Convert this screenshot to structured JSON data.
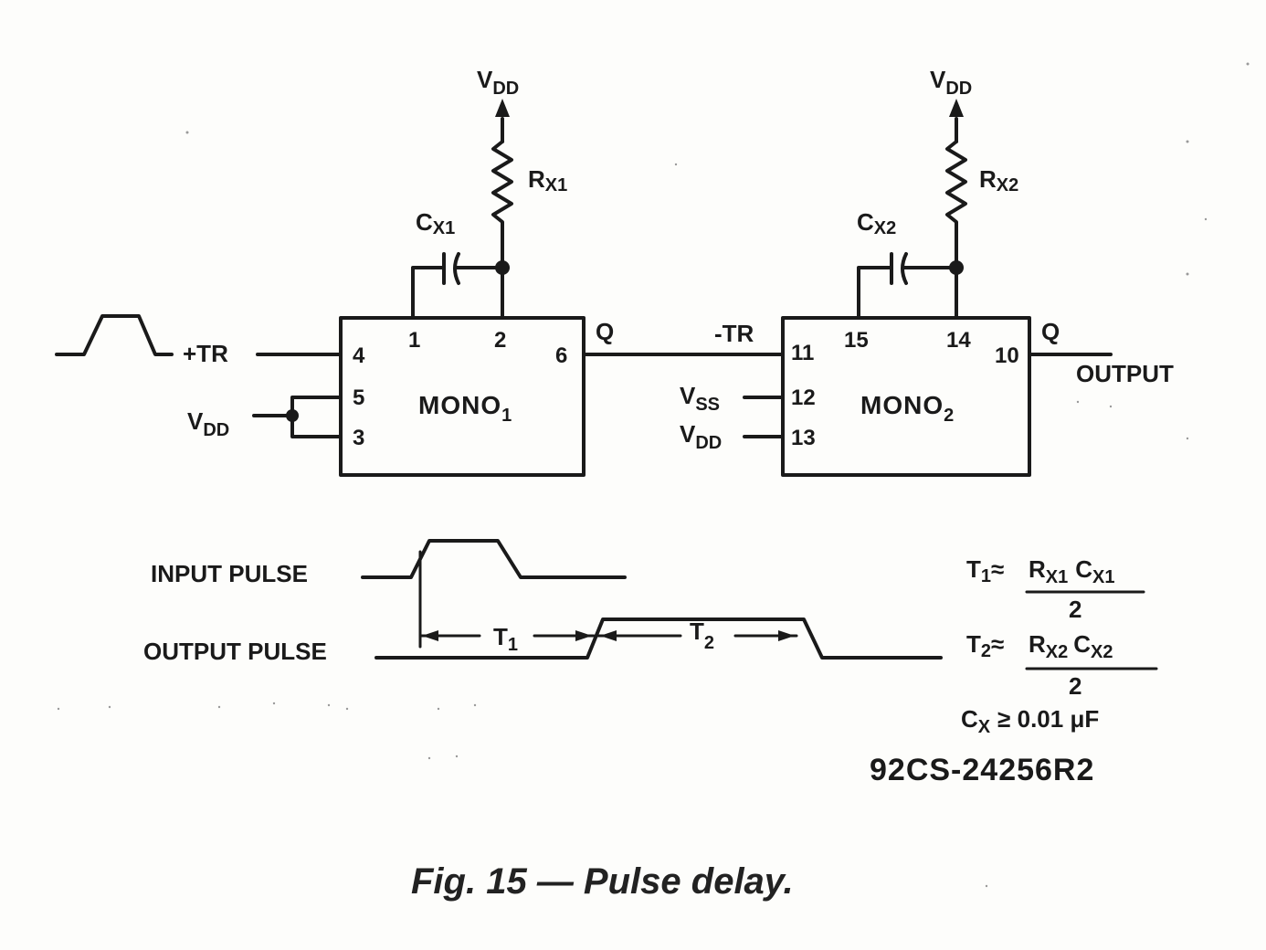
{
  "figure": {
    "caption": "Fig. 15 — Pulse delay.",
    "code": "92CS-24256R2"
  },
  "mono1": {
    "name": "MONO",
    "name_sub": "1",
    "pins": {
      "p1": "1",
      "p2": "2",
      "p3": "3",
      "p4": "4",
      "p5": "5",
      "p6": "6"
    },
    "rx_main": "R",
    "rx_sub": "X1",
    "cx_main": "C",
    "cx_sub": "X1",
    "vdd_top_main": "V",
    "vdd_top_sub": "DD",
    "vdd_left_main": "V",
    "vdd_left_sub": "DD",
    "trigger": "+TR",
    "q": "Q"
  },
  "mono2": {
    "name": "MONO",
    "name_sub": "2",
    "pins": {
      "p10": "10",
      "p11": "11",
      "p12": "12",
      "p13": "13",
      "p14": "14",
      "p15": "15"
    },
    "rx_main": "R",
    "rx_sub": "X2",
    "cx_main": "C",
    "cx_sub": "X2",
    "vdd_top_main": "V",
    "vdd_top_sub": "DD",
    "vss_main": "V",
    "vss_sub": "SS",
    "vdd_main": "V",
    "vdd_sub": "DD",
    "trigger": "-TR",
    "q": "Q",
    "output": "OUTPUT"
  },
  "timing": {
    "input_label": "INPUT PULSE",
    "output_label": "OUTPUT PULSE",
    "t1_main": "T",
    "t1_sub": "1",
    "t2_main": "T",
    "t2_sub": "2"
  },
  "equations": {
    "t1": {
      "lhs": "T",
      "lhs_sub": "1",
      "approx": "≈",
      "r": "R",
      "r_sub": "X1",
      "c": "C",
      "c_sub": "X1",
      "den": "2"
    },
    "t2": {
      "lhs": "T",
      "lhs_sub": "2",
      "approx": "≈",
      "r": "R",
      "r_sub": "X2",
      "c": "C",
      "c_sub": "X2",
      "den": "2"
    },
    "cx": {
      "c": "C",
      "c_sub": "X",
      "rel": "≥ 0.01 μF"
    }
  }
}
